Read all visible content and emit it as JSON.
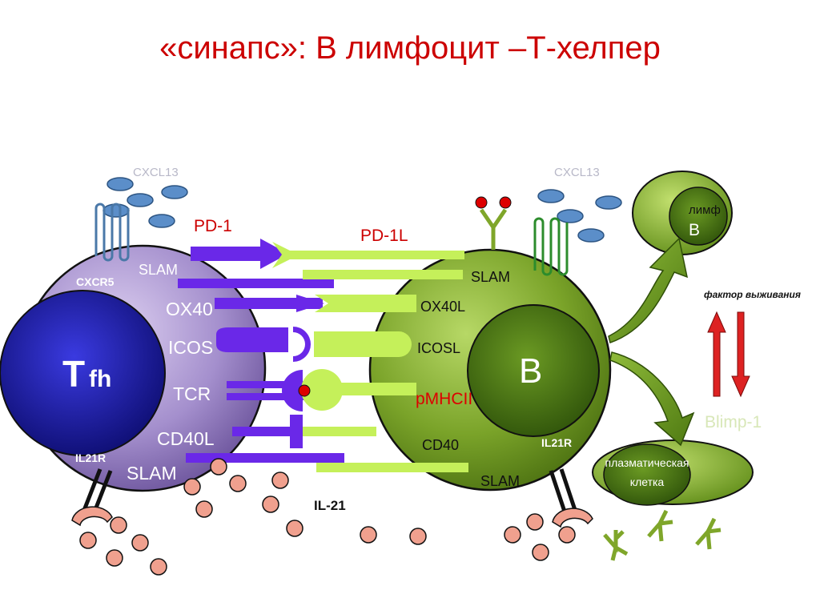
{
  "title": "«синапс»: В лимфоцит –Т-хелпер",
  "labels": {
    "cxcl13_left": "CXCL13",
    "cxcl13_right": "CXCL13",
    "pd1": "PD-1",
    "pd1l": "PD-1L",
    "cxcr5": "CXCR5",
    "slam_tfh_top": "SLAM",
    "ox40": "OX40",
    "icos": "ICOS",
    "tcr": "TCR",
    "cd40l": "CD40L",
    "il21r_left": "IL21R",
    "slam_tfh_bottom": "SLAM",
    "tfh_main": "T",
    "tfh_sub": "fh",
    "slam_b_top": "SLAM",
    "ox40l": "OX40L",
    "icosl": "ICOSL",
    "pmhcii": "pMHCII",
    "cd40": "CD40",
    "il21r_right": "IL21R",
    "slam_b_bottom": "SLAM",
    "b_cell": "B",
    "il21": "IL-21",
    "memory_label": "лимф",
    "memory_b": "B",
    "survival_factor": "фактор выживания",
    "blimp1": "Blimp-1",
    "plasma_line1": "плазматическая",
    "plasma_line2": "клетка"
  },
  "colors": {
    "title": "#cc0000",
    "tfh_outer": "#9b84c4",
    "tfh_nucleus": "#1a1a9e",
    "b_outer": "#7aa329",
    "b_nucleus": "#3f6b0f",
    "receptor_purple": "#6a28e8",
    "ligand_green": "#c5f05a",
    "cxcl13": "#5b8ec9",
    "il21": "#f0a08e",
    "arrow_red": "#dd2222",
    "pmhcii": "#dd0000"
  }
}
